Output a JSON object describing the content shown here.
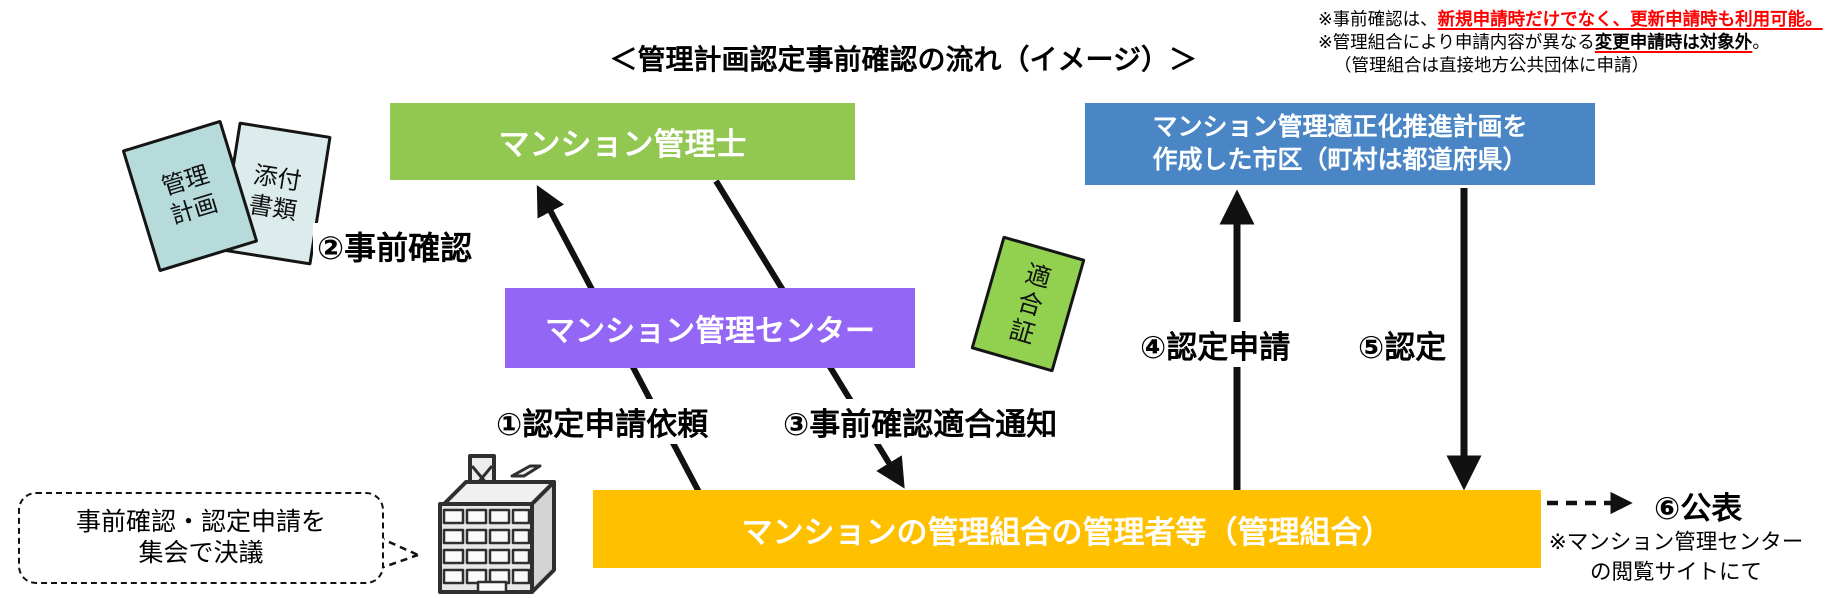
{
  "title": "＜管理計画認定事前確認の流れ（イメージ）＞",
  "notes": {
    "line1_prefix": "※事前確認は、",
    "line1_highlight": "新規申請時だけでなく、更新申請時も利用可能。",
    "line2_prefix": "※管理組合により申請内容が異なる",
    "line2_emphasis": "変更申請時は対象外",
    "line2_suffix": "。",
    "line3": "（管理組合は直接地方公共団体に申請）"
  },
  "boxes": {
    "mansion_manager": {
      "label": "マンション管理士",
      "color": "#92c752"
    },
    "city": {
      "line1": "マンション管理適正化推進計画を",
      "line2": "作成した市区（町村は都道府県）",
      "color": "#4a86c6"
    },
    "management_center": {
      "label": "マンション管理センター",
      "color": "#9466f5"
    },
    "association": {
      "label": "マンションの管理組合の管理者等（管理組合）",
      "color": "#ffc000"
    }
  },
  "steps": {
    "s1": "①認定申請依頼",
    "s2": "②事前確認",
    "s3": "③事前確認適合通知",
    "s4": "④認定申請",
    "s5": "⑤認定",
    "s6": "⑥公表"
  },
  "documents": {
    "management_plan": {
      "line1": "管理",
      "line2": "計画",
      "color": "#b7dbdb"
    },
    "attachments": {
      "line1": "添付",
      "line2": "書類",
      "color": "#dcebeb"
    },
    "certificate": {
      "label": "適合証",
      "color": "#92d050"
    }
  },
  "bubble": {
    "line1": "事前確認・認定申請を",
    "line2": "集会で決議"
  },
  "publish_note": {
    "line1": "※マンション管理センター",
    "line2": "の閲覧サイトにて"
  },
  "colors": {
    "arrow": "#111111",
    "emphasis_red": "#ff0000"
  }
}
